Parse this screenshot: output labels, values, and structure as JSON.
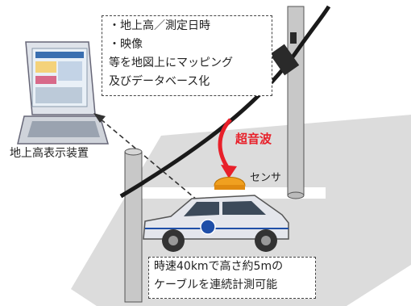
{
  "info_box": {
    "line1": "・地上高／測定日時",
    "line2": "・映像",
    "line3": "等を地図上にマッピング",
    "line4": "及びデータベース化"
  },
  "device_label": "地上高表示装置",
  "ultrasonic_label": "超音波",
  "sensor_label": "センサ",
  "speed_box": {
    "line1": "時速40kmで高さ約5mの",
    "line2": "ケーブルを連続計測可能"
  },
  "colors": {
    "road": "#dcdcdc",
    "pole": "#c4c4c4",
    "cable": "#1a1a1a",
    "arrow_red": "#e8202a",
    "sensor": "#f0a020",
    "car_body": "#e4e6ec",
    "car_logo": "#1f4fa8"
  }
}
